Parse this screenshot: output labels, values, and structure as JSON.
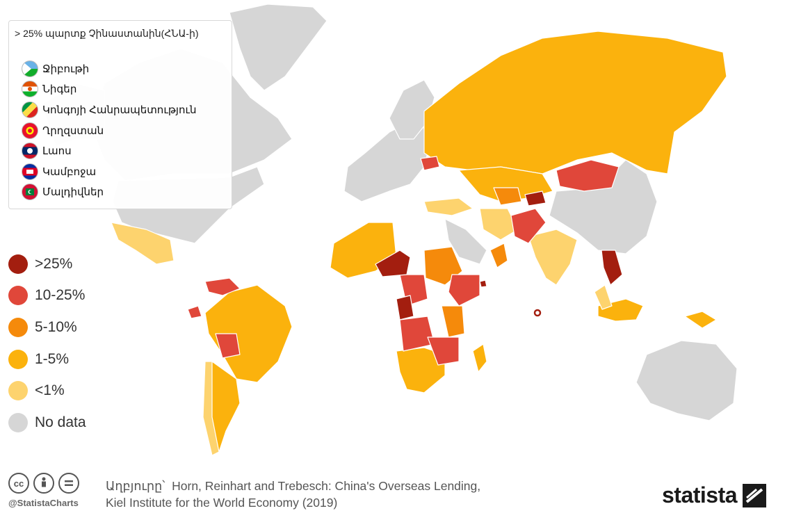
{
  "legend": {
    "title": "> 25% պարտք Չինաստանին(ՀՆԱ-ի)",
    "flagged_countries": [
      {
        "name": "Ջիբութի",
        "icon": "djibouti-flag-icon",
        "colors": [
          "#6ab2e7",
          "#12ad2b",
          "#ffffff",
          "#d7141a"
        ]
      },
      {
        "name": "Նիգեր",
        "icon": "niger-flag-icon",
        "colors": [
          "#e05206",
          "#ffffff",
          "#0db02b"
        ]
      },
      {
        "name": "Կոնգոյի Հանրապետություն",
        "icon": "congo-flag-icon",
        "colors": [
          "#009543",
          "#fbde4a",
          "#dc241f"
        ]
      },
      {
        "name": "Ղրղզստան",
        "icon": "kyrgyzstan-flag-icon",
        "colors": [
          "#e8112d",
          "#ffef00"
        ]
      },
      {
        "name": "Լաոս",
        "icon": "laos-flag-icon",
        "colors": [
          "#ce1126",
          "#002868",
          "#ffffff"
        ]
      },
      {
        "name": "Կամբոջա",
        "icon": "cambodia-flag-icon",
        "colors": [
          "#032ea1",
          "#e00025",
          "#ffffff"
        ]
      },
      {
        "name": "Մալդիվներ",
        "icon": "maldives-flag-icon",
        "colors": [
          "#d21034",
          "#007e3a",
          "#ffffff"
        ]
      }
    ]
  },
  "color_legend": [
    {
      "label": ">25%",
      "color": "#a31e0f"
    },
    {
      "label": "10-25%",
      "color": "#e0473a"
    },
    {
      "label": "5-10%",
      "color": "#f58a0b"
    },
    {
      "label": "1-5%",
      "color": "#fbb20d"
    },
    {
      "label": "<1%",
      "color": "#fdd36e"
    },
    {
      "label": "No data",
      "color": "#d6d6d6"
    }
  ],
  "footer": {
    "handle": "@StatistaCharts",
    "source_label": "Աղբյուրը՝",
    "source_line1": "Horn, Reinhart and Trebesch: China's Overseas Lending,",
    "source_line2": "Kiel Institute for the World Economy (2019)",
    "brand": "statista",
    "cc_icons": [
      "cc-icon",
      "by-icon",
      "equal-icon"
    ]
  }
}
